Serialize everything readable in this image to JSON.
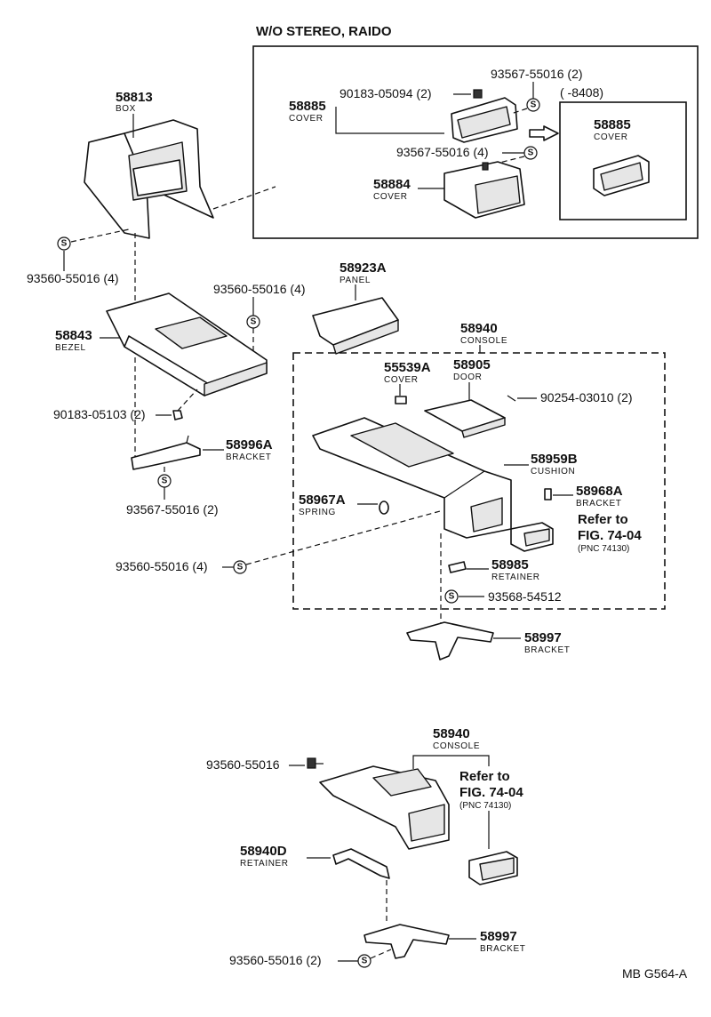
{
  "header": {
    "title": "W/O STEREO, RAIDO"
  },
  "inset_label": "(        -8408)",
  "footer_code": "MB  G564-A",
  "screw_symbol": "S",
  "parts": {
    "p58813": {
      "number": "58813",
      "name": "BOX"
    },
    "p58885": {
      "number": "58885",
      "name": "COVER"
    },
    "p58885b": {
      "number": "58885",
      "name": "COVER"
    },
    "p58884": {
      "number": "58884",
      "name": "COVER"
    },
    "p58923A": {
      "number": "58923A",
      "name": "PANEL"
    },
    "p58843": {
      "number": "58843",
      "name": "BEZEL"
    },
    "p58996A": {
      "number": "58996A",
      "name": "BRACKET"
    },
    "p58940": {
      "number": "58940",
      "name": "CONSOLE"
    },
    "p55539A": {
      "number": "55539A",
      "name": "COVER"
    },
    "p58905": {
      "number": "58905",
      "name": "DOOR"
    },
    "p58959B": {
      "number": "58959B",
      "name": "CUSHION"
    },
    "p58968A": {
      "number": "58968A",
      "name": "BRACKET"
    },
    "p58967A": {
      "number": "58967A",
      "name": "SPRING"
    },
    "p58985": {
      "number": "58985",
      "name": "RETAINER"
    },
    "p58997": {
      "number": "58997",
      "name": "BRACKET"
    },
    "p58940b": {
      "number": "58940",
      "name": "CONSOLE"
    },
    "p58940D": {
      "number": "58940D",
      "name": "RETAINER"
    },
    "p58997b": {
      "number": "58997",
      "name": "BRACKET"
    }
  },
  "fasteners": {
    "f1": "93567-55016 (2)",
    "f2": "90183-05094 (2)",
    "f3": "93567-55016 (4)",
    "f4": "93560-55016 (4)",
    "f5": "93560-55016 (4)",
    "f6": "90183-05103 (2)",
    "f7": "93567-55016 (2)",
    "f8": "90254-03010 (2)",
    "f9": "93560-55016 (4)",
    "f10": "93568-54512",
    "f11": "93560-55016",
    "f12": "93560-55016 (2)"
  },
  "refs": {
    "r1": {
      "line1": "Refer to",
      "line2": "FIG. 74-04",
      "line3": "(PNC 74130)"
    },
    "r2": {
      "line1": "Refer to",
      "line2": "FIG. 74-04",
      "line3": "(PNC 74130)"
    }
  }
}
